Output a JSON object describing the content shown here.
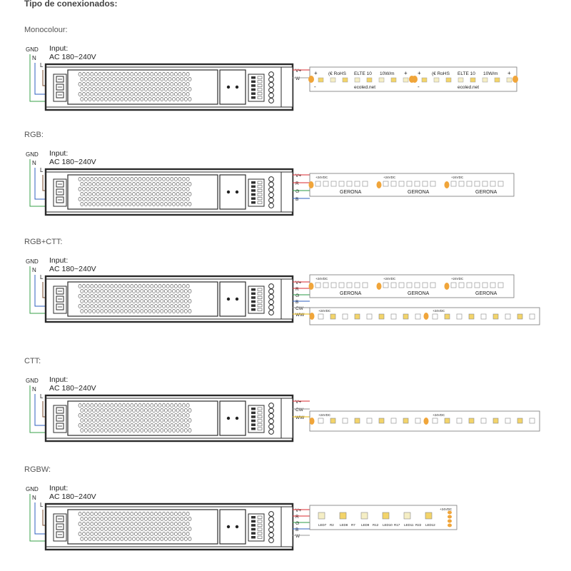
{
  "page_title": "Tipo de conexionados:",
  "input": {
    "label": "Input:",
    "voltage": "AC 180~240V"
  },
  "mains_terminals": {
    "gnd": "GND",
    "n": "N",
    "l": "L"
  },
  "sections": [
    {
      "label": "Monocolour:",
      "strip": "mono",
      "outputs": [
        "V+",
        "W"
      ],
      "strip_text": [
        "+",
        "RoHS",
        "ELTE 10",
        "10W/m",
        "+",
        "ecoled.net",
        "-"
      ]
    },
    {
      "label": "RGB:",
      "strip": "rgb",
      "outputs": [
        "V+",
        "R",
        "G",
        "B"
      ],
      "strip_text": [
        "+24VDC",
        "R",
        "G",
        "B",
        "GERONA"
      ]
    },
    {
      "label": "RGB+CTT:",
      "strip": "rgbctt",
      "outputs": [
        "V+",
        "R",
        "G",
        "B",
        "CW",
        "WW"
      ],
      "strip_text": [
        "+24VDC",
        "GERONA",
        "CW",
        "WW"
      ]
    },
    {
      "label": "CTT:",
      "strip": "ctt",
      "outputs": [
        "V+",
        "CW",
        "WW"
      ],
      "strip_text": [
        "+24VDC",
        "CW",
        "WW"
      ]
    },
    {
      "label": "RGBW:",
      "strip": "rgbw",
      "outputs": [
        "V+",
        "R",
        "G",
        "B",
        "W"
      ],
      "strip_text": [
        "+24VDC",
        "R",
        "G",
        "B",
        "W",
        "LED7",
        "R2",
        "LED8",
        "R7",
        "LED9",
        "R12",
        "LED10",
        "R17",
        "LED11",
        "R22",
        "LED12"
      ]
    }
  ],
  "colors": {
    "frame": "#2b2b2b",
    "red": "#d9282f",
    "green": "#2a9a44",
    "blue": "#2c5fbf",
    "cw": "#8a8a8a",
    "ww": "#e8b400",
    "brown": "#7a4a2a",
    "pad": "#f0a53a"
  }
}
